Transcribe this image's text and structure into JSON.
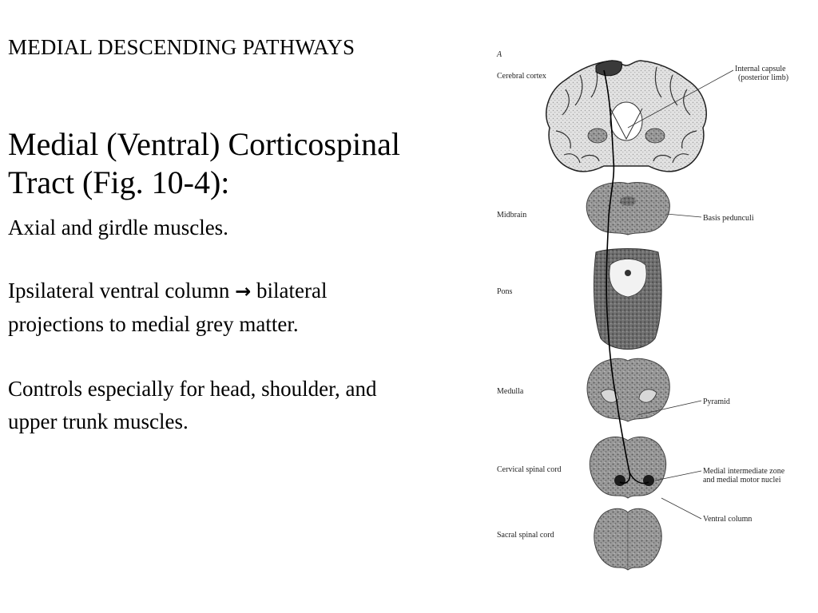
{
  "slide": {
    "title": "MEDIAL DESCENDING PATHWAYS",
    "heading_line1": "Medial (Ventral) Corticospinal",
    "heading_line2": "Tract (Fig. 10-4):",
    "line_axial": "Axial and girdle muscles.",
    "ipsi_part1": "Ipsilateral ventral column",
    "ipsi_arrow": "→",
    "ipsi_part2": "bilateral",
    "ipsi_line2": "projections to medial grey matter.",
    "controls_line1": "Controls especially for head, shoulder, and",
    "controls_line2": "upper trunk muscles."
  },
  "figure": {
    "panel_letter": "A",
    "left_labels": {
      "cortex": "Cerebral cortex",
      "midbrain": "Midbrain",
      "pons": "Pons",
      "medulla": "Medulla",
      "cervical": "Cervical spinal cord",
      "sacral": "Sacral spinal cord"
    },
    "right_labels": {
      "internal_capsule_1": "Internal capsule",
      "internal_capsule_2": "(posterior limb)",
      "basis_pedunculi": "Basis pedunculi",
      "pyramid": "Pyramid",
      "medial_zone_1": "Medial intermediate zone",
      "medial_zone_2": "and medial motor nuclei",
      "ventral_column": "Ventral column"
    },
    "colors": {
      "tissue": "#8c8c8c",
      "tissue_dark": "#4a4a4a",
      "outline": "#222222",
      "pathway": "#000000",
      "cortex_highlight": "#3a3a3a"
    }
  }
}
